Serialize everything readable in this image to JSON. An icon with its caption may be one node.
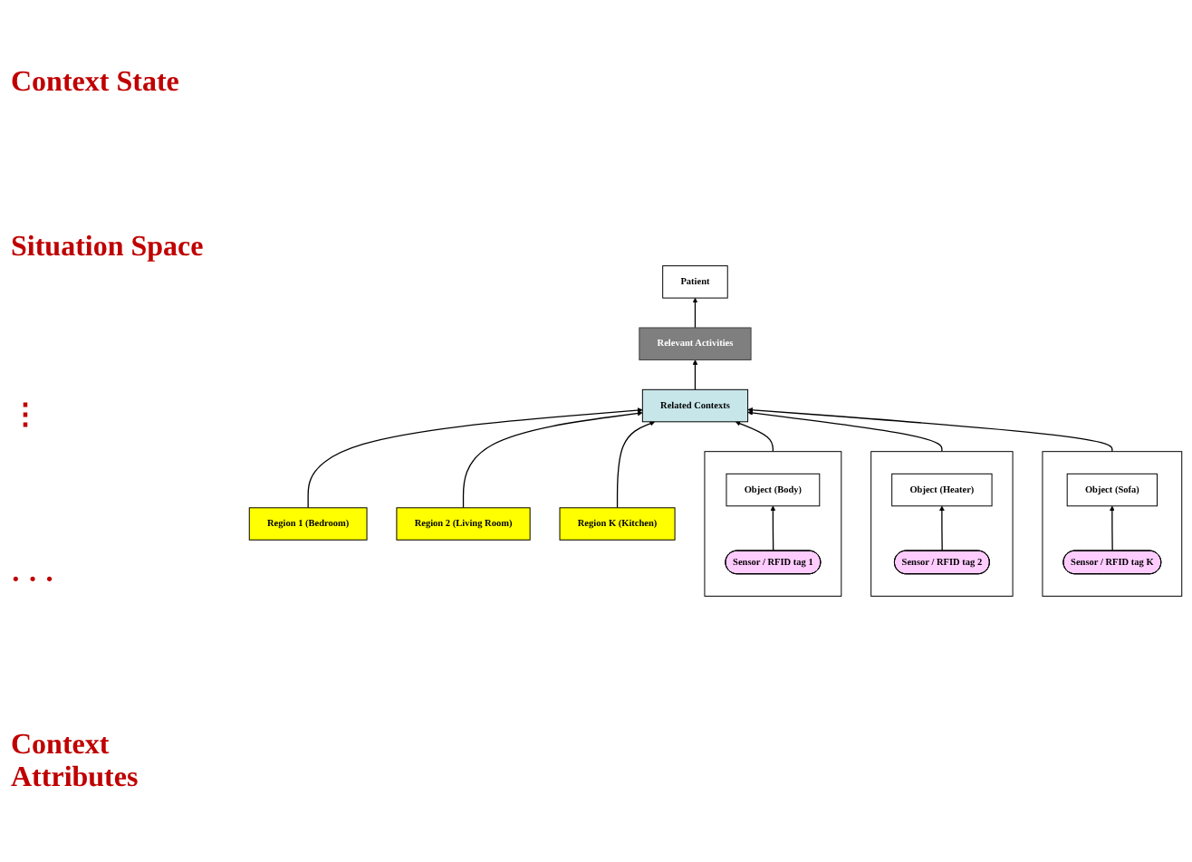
{
  "diagram": {
    "nodes": [
      {
        "text": [
          "Patient"
        ]
      },
      {
        "text": [
          "Relevant Activities"
        ]
      },
      {
        "text": [
          "Related Contexts"
        ]
      },
      {
        "text": [
          "Region 1 (Bedroom)"
        ]
      },
      {
        "text": [
          "Region 2 (Living Room)"
        ]
      },
      {
        "text": [
          "Region K (Kitchen)"
        ]
      },
      {
        "text": [],
        "shape": "box"
      },
      {
        "text": [
          "Object (Body)"
        ],
        "in": 6
      },
      {
        "text": [
          "Sensor / RFID tag 1"
        ],
        "in": 6
      },
      {
        "text": [],
        "shape": "box"
      },
      {
        "text": [
          "Object (Heater)"
        ],
        "in": 9
      },
      {
        "text": [
          "Sensor / RFID tag 2"
        ],
        "in": 9
      },
      {
        "text": [],
        "shape": "box"
      },
      {
        "text": [
          "Object (Sofa)"
        ],
        "in": 12
      },
      {
        "text": [
          "Sensor / RFID tag K"
        ],
        "in": 12
      }
    ],
    "edges": [
      {
        "from": 1,
        "to": 0,
        "arrow": "to"
      },
      {
        "from": 2,
        "to": 1,
        "arrow": "to"
      },
      {
        "from": 3,
        "to": 2,
        "arrow": "to"
      },
      {
        "from": 4,
        "to": 2,
        "arrow": "to"
      },
      {
        "from": 5,
        "to": 2,
        "arrow": "to"
      },
      {
        "from": 6,
        "to": 2,
        "arrow": "to"
      },
      {
        "from": 9,
        "to": 2,
        "arrow": "to"
      },
      {
        "from": 12,
        "to": 2,
        "arrow": "to"
      },
      {
        "from": 8,
        "to": 7,
        "arrow": "to"
      },
      {
        "from": 11,
        "to": 10,
        "arrow": "to"
      },
      {
        "from": 14,
        "to": 13,
        "arrow": "to"
      }
    ],
    "labels": [
      "Context State",
      "Situation Space",
      "⋮",
      "· · ·",
      "Context Attributes"
    ]
  }
}
